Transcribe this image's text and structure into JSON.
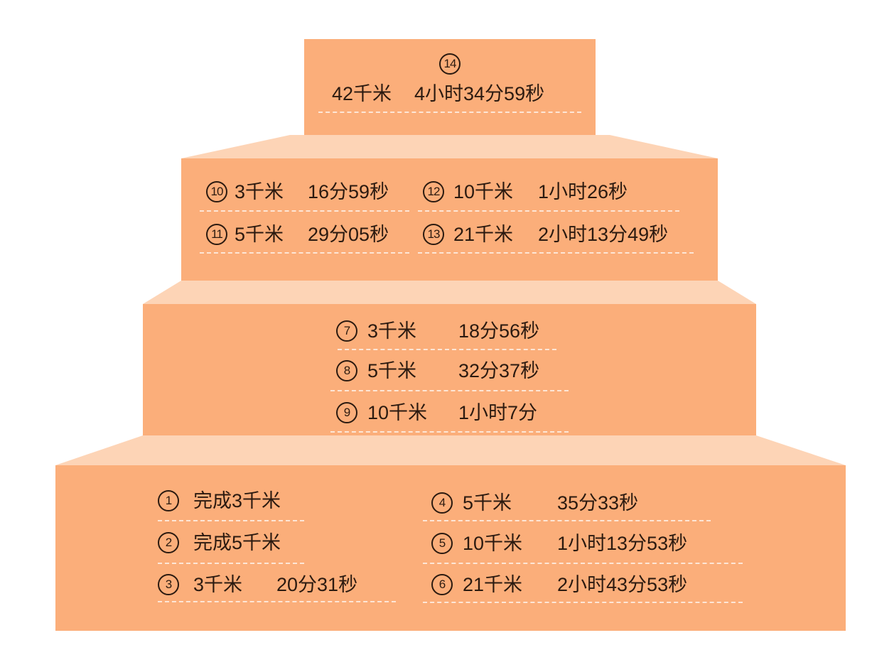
{
  "colors": {
    "front": "#fbae7a",
    "top_face": "#fdd4b6",
    "text": "#2b1a10",
    "dash": "#fde6d6"
  },
  "tiers": {
    "top": {
      "items": [
        {
          "num": "14",
          "distance": "42千米",
          "time": "4小时34分59秒"
        }
      ]
    },
    "second": {
      "items": [
        {
          "num": "10",
          "distance": "3千米",
          "time": "16分59秒"
        },
        {
          "num": "11",
          "distance": "5千米",
          "time": "29分05秒"
        },
        {
          "num": "12",
          "distance": "10千米",
          "time": "1小时26秒"
        },
        {
          "num": "13",
          "distance": "21千米",
          "time": "2小时13分49秒"
        }
      ]
    },
    "third": {
      "items": [
        {
          "num": "7",
          "distance": "3千米",
          "time": "18分56秒"
        },
        {
          "num": "8",
          "distance": "5千米",
          "time": "32分37秒"
        },
        {
          "num": "9",
          "distance": "10千米",
          "time": "1小时7分"
        }
      ]
    },
    "bottom": {
      "items": [
        {
          "num": "1",
          "distance": "完成3千米"
        },
        {
          "num": "2",
          "distance": "完成5千米"
        },
        {
          "num": "3",
          "distance": "3千米",
          "time": "20分31秒"
        },
        {
          "num": "4",
          "distance": "5千米",
          "time": "35分33秒"
        },
        {
          "num": "5",
          "distance": "10千米",
          "time": "1小时13分53秒"
        },
        {
          "num": "6",
          "distance": "21千米",
          "time": "2小时43分53秒"
        }
      ]
    }
  }
}
